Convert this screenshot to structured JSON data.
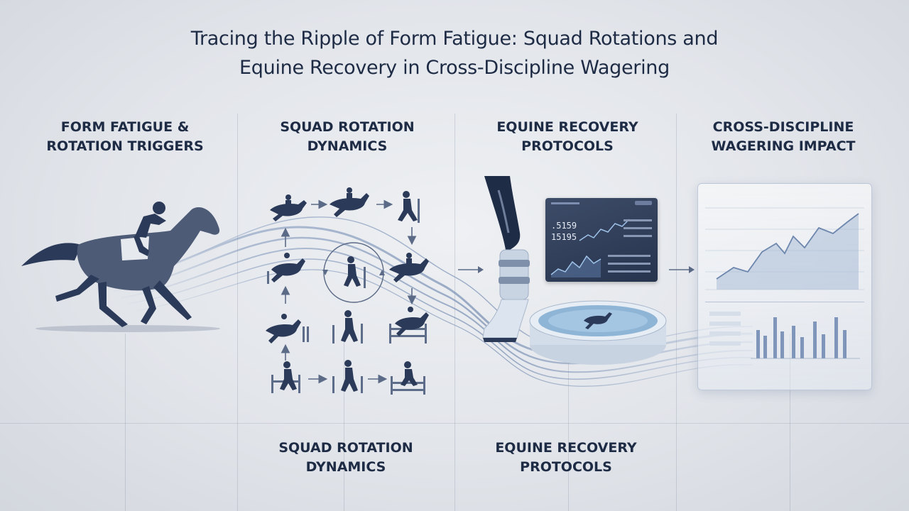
{
  "title": {
    "line1": "Tracing the Ripple of Form Fatigue: Squad Rotations and",
    "line2": "Equine Recovery in Cross-Discipline Wagering"
  },
  "columns": [
    {
      "line1": "FORM FATIGUE &",
      "line2": "ROTATION TRIGGERS"
    },
    {
      "line1": "SQUAD ROTATION",
      "line2": "DYNAMICS"
    },
    {
      "line1": "EQUINE RECOVERY",
      "line2": "PROTOCOLS"
    },
    {
      "line1": "CROSS-DISCIPLINE",
      "line2": "WAGERING IMPACT"
    }
  ],
  "bottom_labels": [
    {
      "line1": "SQUAD ROTATION",
      "line2": "DYNAMICS"
    },
    {
      "line1": "EQUINE RECOVERY",
      "line2": "PROTOCOLS"
    }
  ],
  "monitor": {
    "reading_1": ".5159",
    "reading_2": "15195"
  },
  "colors": {
    "navy": "#1e2b45",
    "flow": "#7e95b8",
    "screen": "#2f3d58",
    "water": "#9fc6e4"
  },
  "icons": [
    "racehorse-jockey-icon",
    "horse-rider-icon",
    "athlete-icon",
    "rotation-cycle-icon",
    "hurdle-icon",
    "leg-wrap-icon",
    "recovery-pool-icon",
    "line-chart-icon",
    "bar-chart-icon"
  ]
}
